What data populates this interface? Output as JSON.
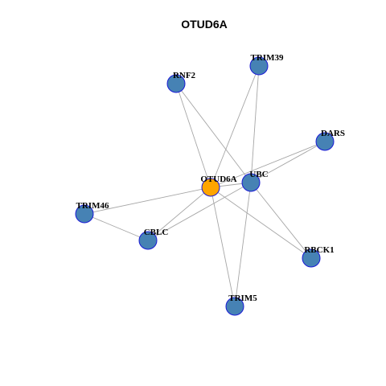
{
  "title": "OTUD6A",
  "colors": {
    "node_default": "#4682b4",
    "node_center": "#ffa500",
    "node_border": "#1a1ad6",
    "edge": "#a6a6a6",
    "background": "#ffffff"
  },
  "nodes": [
    {
      "id": "OTUD6A",
      "label": "OTUD6A",
      "center": true
    },
    {
      "id": "UBC",
      "label": "UBC"
    },
    {
      "id": "RNF2",
      "label": "RNF2"
    },
    {
      "id": "TRIM39",
      "label": "TRIM39"
    },
    {
      "id": "DARS",
      "label": "DARS"
    },
    {
      "id": "TRIM46",
      "label": "TRIM46"
    },
    {
      "id": "CBLC",
      "label": "CBLC"
    },
    {
      "id": "RBCK1",
      "label": "RBCK1"
    },
    {
      "id": "TRIM5",
      "label": "TRIM5"
    }
  ],
  "edges": [
    [
      "RNF2",
      "UBC"
    ],
    [
      "RNF2",
      "OTUD6A"
    ],
    [
      "TRIM39",
      "OTUD6A"
    ],
    [
      "TRIM39",
      "UBC"
    ],
    [
      "DARS",
      "OTUD6A"
    ],
    [
      "DARS",
      "UBC"
    ],
    [
      "OTUD6A",
      "UBC"
    ],
    [
      "OTUD6A",
      "TRIM46"
    ],
    [
      "OTUD6A",
      "CBLC"
    ],
    [
      "OTUD6A",
      "RBCK1"
    ],
    [
      "OTUD6A",
      "TRIM5"
    ],
    [
      "UBC",
      "CBLC"
    ],
    [
      "UBC",
      "RBCK1"
    ],
    [
      "UBC",
      "TRIM5"
    ],
    [
      "TRIM46",
      "CBLC"
    ]
  ]
}
